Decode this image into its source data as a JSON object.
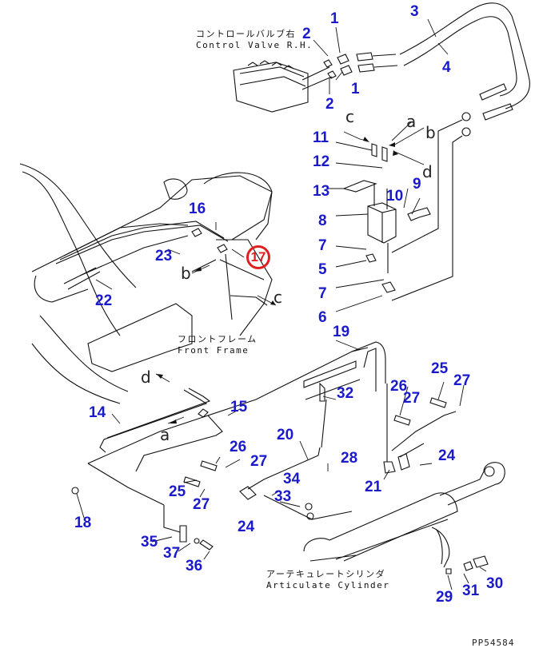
{
  "diagram": {
    "label_color": "#1a1acc",
    "highlight_color": "#e02020",
    "captions": {
      "control_valve_jp": "コントロールバルブ右",
      "control_valve_en": "Control Valve R.H.",
      "front_frame_jp": "フロントフレーム",
      "front_frame_en": "Front Frame",
      "articulate_cylinder_jp": "アーテキュレートシリンダ",
      "articulate_cylinder_en": "Articulate Cylinder"
    },
    "drawing_code": "PP54584",
    "highlighted_part": "17",
    "connection_letters": [
      "a",
      "b",
      "c",
      "d"
    ],
    "part_labels": [
      {
        "id": "l1a",
        "text": "1"
      },
      {
        "id": "l1b",
        "text": "1"
      },
      {
        "id": "l2a",
        "text": "2"
      },
      {
        "id": "l2b",
        "text": "2"
      },
      {
        "id": "l3",
        "text": "3"
      },
      {
        "id": "l4",
        "text": "4"
      },
      {
        "id": "l5",
        "text": "5"
      },
      {
        "id": "l6",
        "text": "6"
      },
      {
        "id": "l7a",
        "text": "7"
      },
      {
        "id": "l7b",
        "text": "7"
      },
      {
        "id": "l8",
        "text": "8"
      },
      {
        "id": "l9",
        "text": "9"
      },
      {
        "id": "l10",
        "text": "10"
      },
      {
        "id": "l11",
        "text": "11"
      },
      {
        "id": "l12",
        "text": "12"
      },
      {
        "id": "l13",
        "text": "13"
      },
      {
        "id": "l14",
        "text": "14"
      },
      {
        "id": "l15",
        "text": "15"
      },
      {
        "id": "l16",
        "text": "16"
      },
      {
        "id": "l18",
        "text": "18"
      },
      {
        "id": "l19",
        "text": "19"
      },
      {
        "id": "l20",
        "text": "20"
      },
      {
        "id": "l21",
        "text": "21"
      },
      {
        "id": "l22",
        "text": "22"
      },
      {
        "id": "l23",
        "text": "23"
      },
      {
        "id": "l24a",
        "text": "24"
      },
      {
        "id": "l24b",
        "text": "24"
      },
      {
        "id": "l25a",
        "text": "25"
      },
      {
        "id": "l25b",
        "text": "25"
      },
      {
        "id": "l26a",
        "text": "26"
      },
      {
        "id": "l26b",
        "text": "26"
      },
      {
        "id": "l27a",
        "text": "27"
      },
      {
        "id": "l27b",
        "text": "27"
      },
      {
        "id": "l27c",
        "text": "27"
      },
      {
        "id": "l27d",
        "text": "27"
      },
      {
        "id": "l28",
        "text": "28"
      },
      {
        "id": "l29",
        "text": "29"
      },
      {
        "id": "l30",
        "text": "30"
      },
      {
        "id": "l31",
        "text": "31"
      },
      {
        "id": "l32",
        "text": "32"
      },
      {
        "id": "l33",
        "text": "33"
      },
      {
        "id": "l34",
        "text": "34"
      },
      {
        "id": "l35",
        "text": "35"
      },
      {
        "id": "l36",
        "text": "36"
      },
      {
        "id": "l37",
        "text": "37"
      }
    ]
  }
}
